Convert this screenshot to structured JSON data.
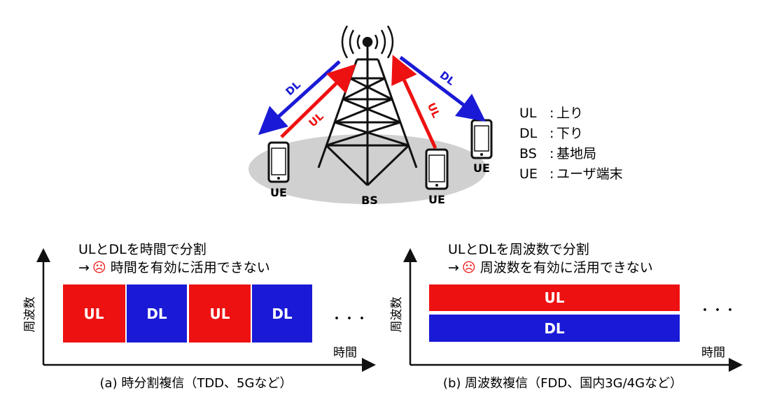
{
  "colors": {
    "ul": "#ee1111",
    "dl": "#1a1ad6",
    "ellipse": "#d0d0d0",
    "ink": "#111111"
  },
  "icons": [
    "antenna-signal-icon",
    "cell-tower-icon",
    "smartphone-icon"
  ],
  "top": {
    "bs": "BS",
    "ue": "UE",
    "ul": "UL",
    "dl": "DL"
  },
  "legend": [
    {
      "abbr": "UL",
      "sep": ":",
      "meaning": "上り"
    },
    {
      "abbr": "DL",
      "sep": ":",
      "meaning": "下り"
    },
    {
      "abbr": "BS",
      "sep": ":",
      "meaning": "基地局"
    },
    {
      "abbr": "UE",
      "sep": ":",
      "meaning": "ユーザ端末"
    }
  ],
  "panel_a": {
    "line1": "ULとDLを時間で分割",
    "arrow": "→",
    "face": "☹",
    "line2": "時間を有効に活用できない",
    "ylabel": "周波数",
    "xlabel": "時間",
    "blocks": [
      "UL",
      "DL",
      "UL",
      "DL"
    ],
    "dots": "・・・",
    "caption": "(a) 時分割複信（TDD、5Gなど）"
  },
  "panel_b": {
    "line1": "ULとDLを周波数で分割",
    "arrow": "→",
    "face": "☹",
    "line2": "周波数を有効に活用できない",
    "ylabel": "周波数",
    "xlabel": "時間",
    "bands": [
      "UL",
      "DL"
    ],
    "dots": "・・・",
    "caption": "(b) 周波数複信（FDD、国内3G/4Gなど）"
  }
}
